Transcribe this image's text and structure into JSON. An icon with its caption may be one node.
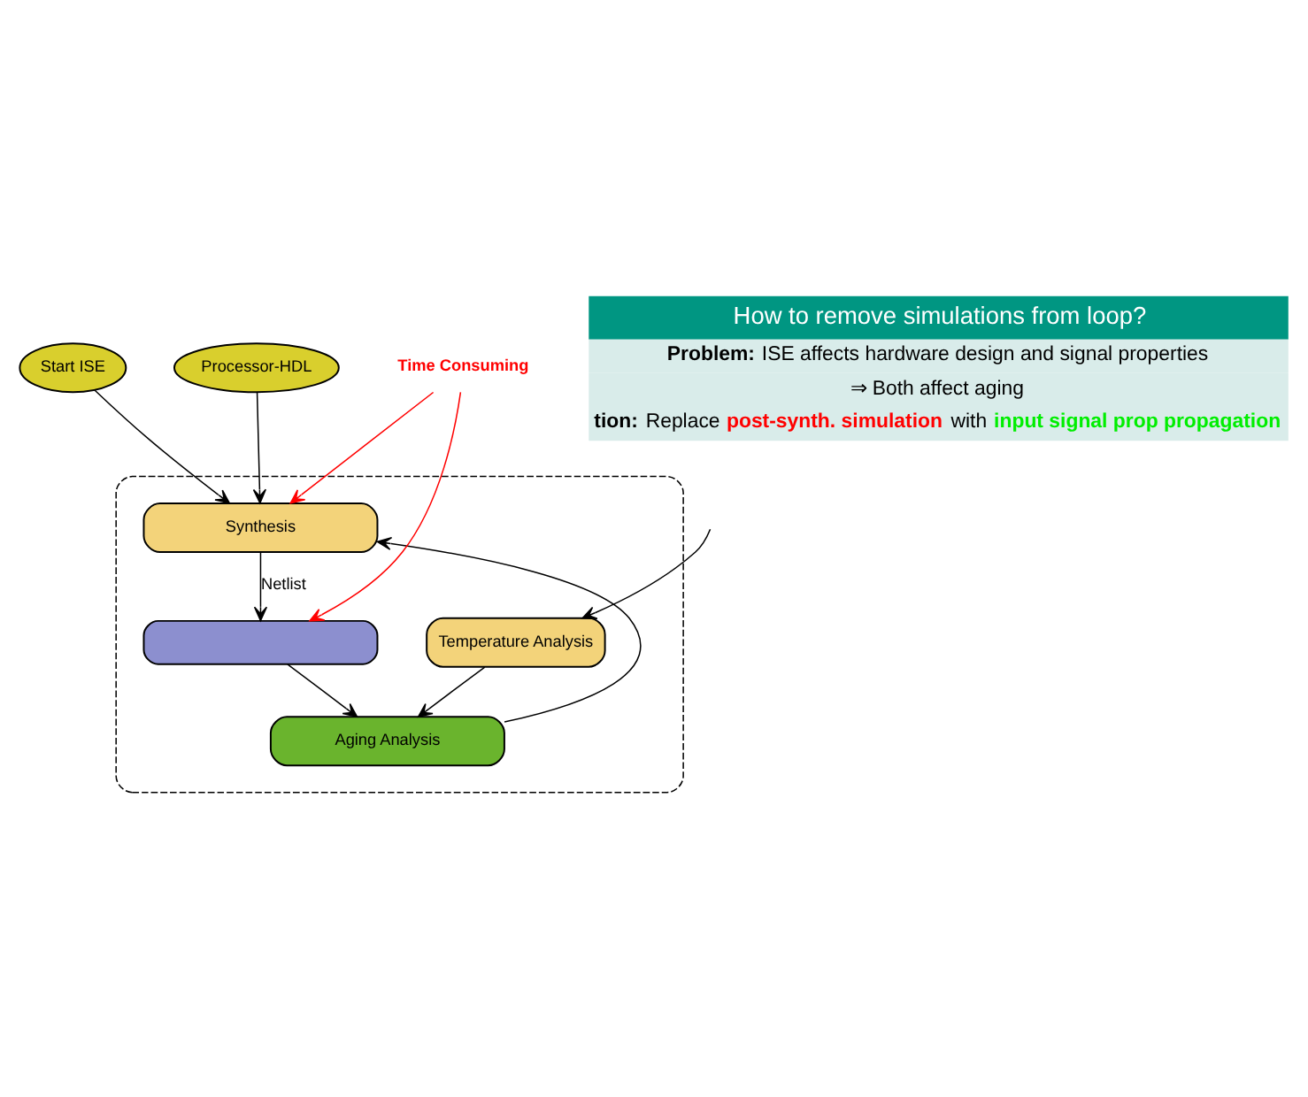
{
  "diagram": {
    "nodes": [
      {
        "text": [
          "Start ISE"
        ]
      },
      {
        "text": [
          "Processor-HDL"
        ]
      },
      {
        "text": [],
        "shape": "box"
      },
      {
        "text": [
          "Synthesis"
        ],
        "in": 2
      },
      {
        "text": [
          "Time Consuming"
        ]
      },
      {
        "text": [],
        "shape": "box",
        "in": 2
      },
      {
        "text": [
          "How to remove simulations from loop?",
          "**Problem:** ISE affects hardware design and signal properties",
          "⇒ Both affect aging",
          "**tion:** Replace **post-synth. simulation** with **input signal prop propagation**"
        ]
      },
      {
        "text": [
          "Temperature Analysis"
        ],
        "in": 2
      },
      {
        "text": [
          "Aging Analysis"
        ],
        "in": 2
      }
    ],
    "edges": [
      {
        "from": 0,
        "to": 3,
        "arrow": "to"
      },
      {
        "from": 1,
        "to": 3,
        "arrow": "to"
      },
      {
        "from": 3,
        "to": 5,
        "arrow": "to",
        "label": "Netlist"
      },
      {
        "from": 4,
        "to": 3,
        "arrow": "to",
        "color": "#ff0000"
      },
      {
        "from": 4,
        "to": 5,
        "arrow": "to",
        "color": "#ff0000"
      },
      {
        "from": 5,
        "to": 8,
        "arrow": "to"
      },
      {
        "from": null,
        "to": 7,
        "arrow": "to"
      },
      {
        "from": 7,
        "to": 8,
        "arrow": "to"
      },
      {
        "from": 8,
        "to": 3,
        "arrow": "to"
      }
    ]
  }
}
